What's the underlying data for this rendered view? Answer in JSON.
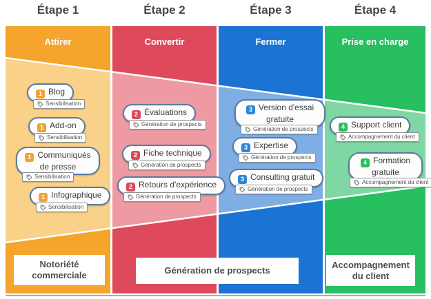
{
  "stages": [
    {
      "step_label": "Étape 1",
      "title": "Attirer",
      "color": "#F5A42C",
      "light_color": "#FAD189",
      "items": [
        {
          "badge": "1",
          "label": "Blog",
          "tag": "Sensibilisation"
        },
        {
          "badge": "1",
          "label": "Add-on",
          "tag": "Sensibilisation"
        },
        {
          "badge": "1",
          "label": "Communiqués de presse",
          "tag": "Sensibilisation"
        },
        {
          "badge": "1",
          "label": "Infographique",
          "tag": "Sensibilisation"
        }
      ]
    },
    {
      "step_label": "Étape 2",
      "title": "Convertir",
      "color": "#DE4A5B",
      "light_color": "#EE9AA2",
      "items": [
        {
          "badge": "2",
          "label": "Évaluations",
          "tag": "Génération de prospects"
        },
        {
          "badge": "2",
          "label": "Fiche technique",
          "tag": "Génération de prospects"
        },
        {
          "badge": "2",
          "label": "Retours d'expérience",
          "tag": "Génération de prospects"
        }
      ]
    },
    {
      "step_label": "Étape 3",
      "title": "Fermer",
      "color": "#1B74D4",
      "light_color": "#7FAEE5",
      "items": [
        {
          "badge": "3",
          "label": "Version d'essai gratuite",
          "tag": "Génération de prospects"
        },
        {
          "badge": "3",
          "label": "Expertise",
          "tag": "Génération de prospects"
        },
        {
          "badge": "3",
          "label": "Consulting gratuit",
          "tag": "Génération de prospects"
        }
      ]
    },
    {
      "step_label": "Étape 4",
      "title": "Prise en charge",
      "color": "#27BF60",
      "light_color": "#7FD8A3",
      "items": [
        {
          "badge": "4",
          "label": "Support client",
          "tag": "Accompagnement du client"
        },
        {
          "badge": "4",
          "label": "Formation gratuite",
          "tag": "Accompagnement du client"
        }
      ]
    }
  ],
  "bottom_bands": [
    {
      "label": "Notoriété commerciale"
    },
    {
      "label": "Génération de prospects"
    },
    {
      "label": "Accompagnement du client"
    }
  ]
}
